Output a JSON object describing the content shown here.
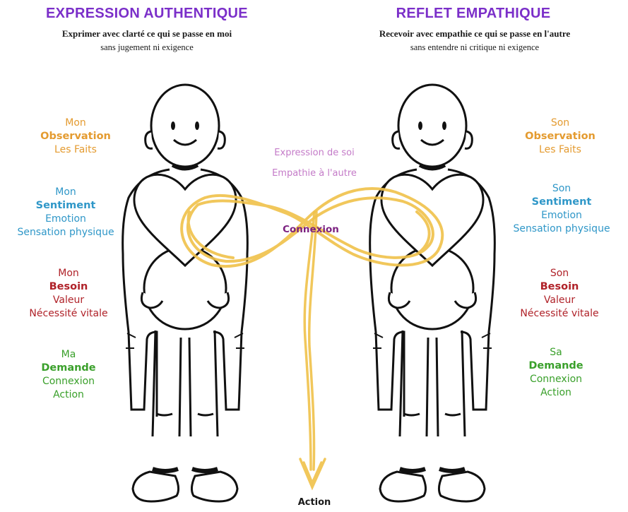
{
  "left_panel": {
    "title": "EXPRESSION AUTHENTIQUE",
    "subtitle": "Exprimer avec clarté ce qui se passe en moi",
    "subtitle2": "sans jugement ni exigence",
    "observation": {
      "pre": "Mon",
      "key": "Observation",
      "l1": "Les Faits"
    },
    "sentiment": {
      "pre": "Mon",
      "key": "Sentiment",
      "l1": "Emotion",
      "l2": "Sensation physique"
    },
    "besoin": {
      "pre": "Mon",
      "key": "Besoin",
      "l1": "Valeur",
      "l2": "Nécessité vitale"
    },
    "demande": {
      "pre": "Ma",
      "key": "Demande",
      "l1": "Connexion",
      "l2": "Action"
    }
  },
  "right_panel": {
    "title": "REFLET EMPATHIQUE",
    "subtitle": "Recevoir avec empathie ce qui se passe en l'autre",
    "subtitle2": "sans entendre ni critique ni exigence",
    "observation": {
      "pre": "Son",
      "key": "Observation",
      "l1": "Les Faits"
    },
    "sentiment": {
      "pre": "Son",
      "key": "Sentiment",
      "l1": "Emotion",
      "l2": "Sensation physique"
    },
    "besoin": {
      "pre": "Son",
      "key": "Besoin",
      "l1": "Valeur",
      "l2": "Nécessité vitale"
    },
    "demande": {
      "pre": "Sa",
      "key": "Demande",
      "l1": "Connexion",
      "l2": "Action"
    }
  },
  "center": {
    "expression": "Expression de soi",
    "empathie": "Empathie à l'autre",
    "connexion": "Connexion",
    "action": "Action"
  },
  "colors": {
    "title": "#7b2fc9",
    "observation": "#e49b30",
    "sentiment": "#2f97c8",
    "besoin": "#b02229",
    "demande": "#3aa02b",
    "ribbon": "#f0c24a"
  }
}
